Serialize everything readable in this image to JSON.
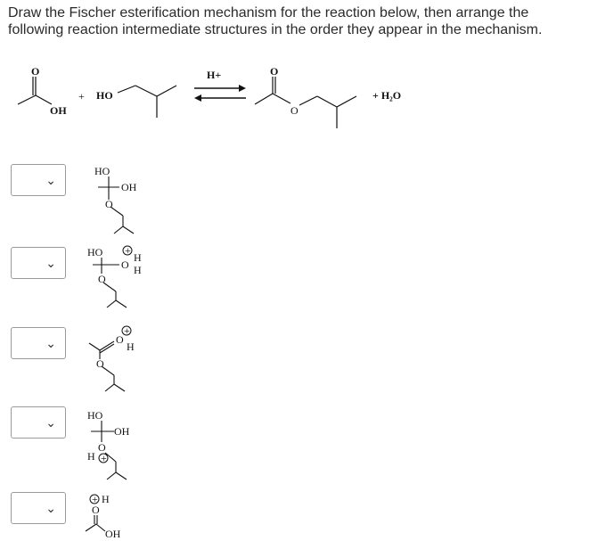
{
  "question": {
    "text": "Draw the Fischer esterification mechanism for the reaction below, then arrange the following reaction intermediate structures in the order they appear in the mechanism."
  },
  "reaction": {
    "acid_oxygen": "O",
    "acid_oh": "OH",
    "plus_1": "+",
    "alcohol_ho": "HO",
    "catalyst": "H+",
    "ester_oxygen_top": "O",
    "ester_oxygen_chain": "O",
    "byproduct": "+ H₂O"
  },
  "dropdowns": [
    {
      "id": 1,
      "selected": "",
      "icon": "chevron-down-icon"
    },
    {
      "id": 2,
      "selected": "",
      "icon": "chevron-down-icon"
    },
    {
      "id": 3,
      "selected": "",
      "icon": "chevron-down-icon"
    },
    {
      "id": 4,
      "selected": "",
      "icon": "chevron-down-icon"
    },
    {
      "id": 5,
      "selected": "",
      "icon": "chevron-down-icon"
    }
  ],
  "structures": {
    "s1": {
      "ho": "HO",
      "oh": "OH",
      "o": "O"
    },
    "s2": {
      "ho": "HO",
      "o_plus": "O",
      "h1": "H",
      "h2": "H",
      "o": "O",
      "charge": "+"
    },
    "s3": {
      "o_plus": "O",
      "h": "H",
      "o": "O",
      "charge": "+"
    },
    "s4": {
      "ho": "HO",
      "oh": "OH",
      "o": "O",
      "h": "H",
      "charge": "+"
    },
    "s5": {
      "o_plus": "O",
      "h": "H",
      "oh": "OH",
      "charge": "+"
    }
  }
}
